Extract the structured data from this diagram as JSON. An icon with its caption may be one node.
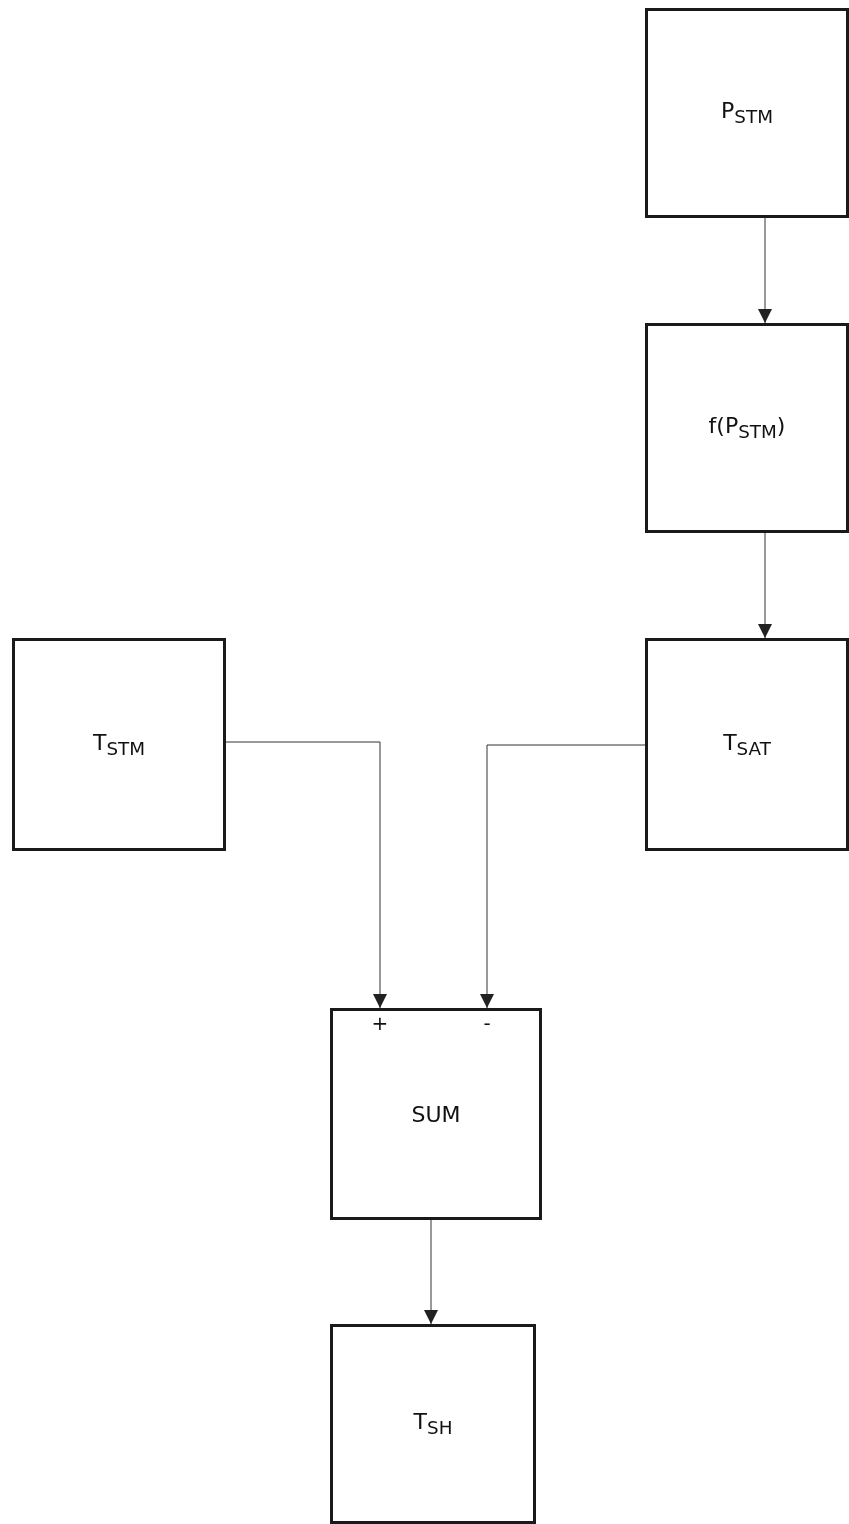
{
  "diagram": {
    "nodes": [
      {
        "text": [
          "P$_{STM}$"
        ]
      },
      {
        "text": [
          "f(P$_{STM}$)"
        ]
      },
      {
        "text": [
          "T$_{STM}$"
        ]
      },
      {
        "text": [
          "T$_{SAT}$"
        ]
      },
      {
        "text": [
          "SUM"
        ]
      },
      {
        "text": [
          "T$_{SH}$"
        ]
      }
    ],
    "edges": [
      {
        "from": 0,
        "to": 1,
        "arrow": "to"
      },
      {
        "from": 1,
        "to": 3,
        "arrow": "to"
      },
      {
        "from": 2,
        "to": 4,
        "arrow": "to",
        "label": "+"
      },
      {
        "from": 3,
        "to": 4,
        "arrow": "to",
        "label": "-"
      },
      {
        "from": 4,
        "to": 5,
        "arrow": "to"
      }
    ]
  }
}
